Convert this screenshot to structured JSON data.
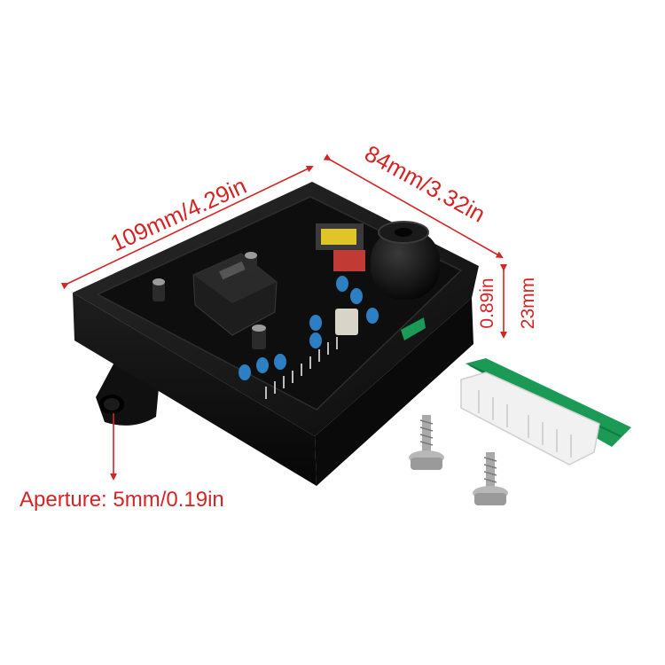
{
  "dimensions": {
    "length_label": "109mm/4.29in",
    "width_label": "84mm/3.32in",
    "height_in_label": "0.89in",
    "height_mm_label": "23mm",
    "aperture_label": "Aperture: 5mm/0.19in"
  },
  "colors": {
    "dimension_red": "#d42525",
    "housing_black": "#141414",
    "pcb_green": "#1a9a55"
  }
}
